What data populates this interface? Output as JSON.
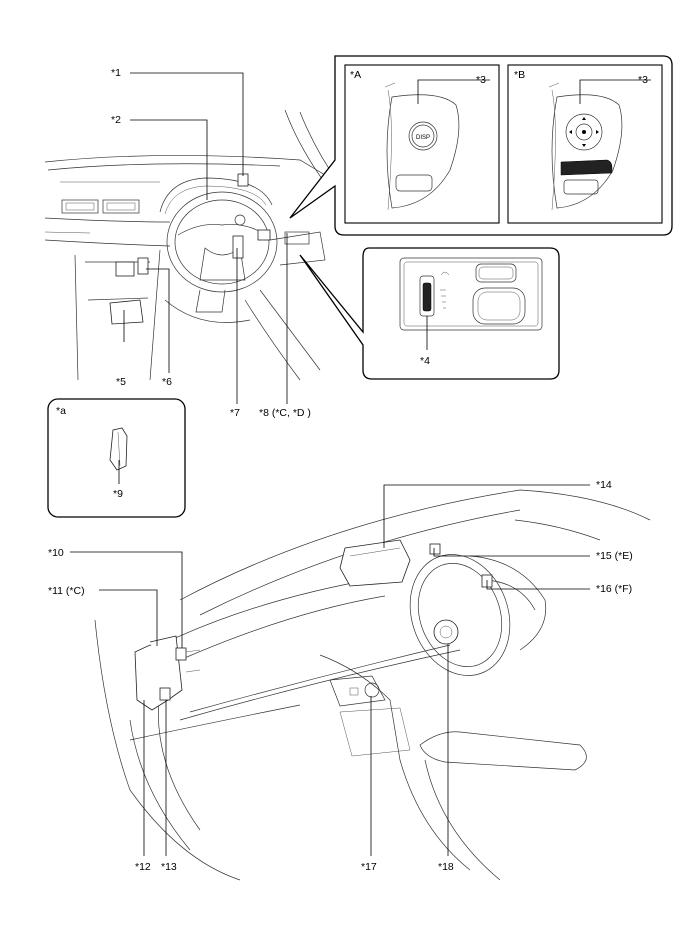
{
  "callouts": {
    "c1": "*1",
    "c2": "*2",
    "c3a": "*3",
    "c3b": "*3",
    "c4": "*4",
    "c5": "*5",
    "c6": "*6",
    "c7": "*7",
    "c8": "*8 (*C, *D )",
    "c9": "*9",
    "c10": "*10",
    "c11": "*11 (*C)",
    "c12": "*12",
    "c13": "*13",
    "c14": "*14",
    "c15": "*15 (*E)",
    "c16": "*16 (*F)",
    "c17": "*17",
    "c18": "*18"
  },
  "insets": {
    "A": "*A",
    "B": "*B",
    "a": "*a"
  },
  "switch_text": {
    "disp": "DISP"
  }
}
